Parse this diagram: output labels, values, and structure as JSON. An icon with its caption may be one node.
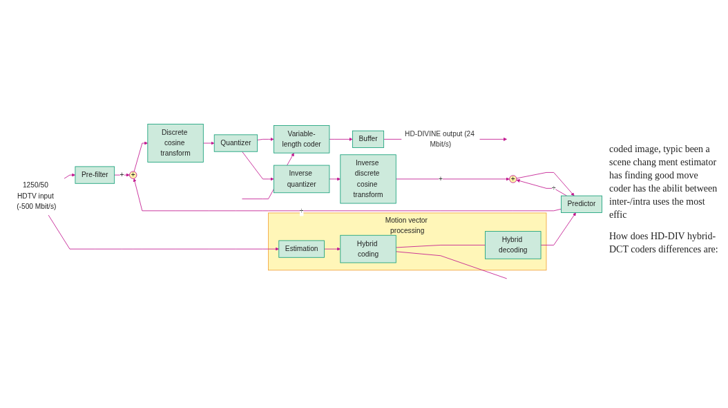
{
  "diagram": {
    "nodes": [
      {
        "text": [
          "1250/50 HDTV input (-500 Mbit/s)"
        ]
      },
      {
        "text": [
          "Pre-filter"
        ]
      },
      {
        "text": [
          "+"
        ]
      },
      {
        "text": [
          "Discrete cosine transform"
        ]
      },
      {
        "text": [
          "Quantizer"
        ]
      },
      {
        "text": [
          "Variable-length coder"
        ]
      },
      {
        "text": [
          "Buffer"
        ]
      },
      {
        "text": [
          "Inverse quantizer"
        ]
      },
      {
        "text": [
          "Inverse discrete cosine transform"
        ]
      },
      {
        "text": [
          "+"
        ]
      },
      {
        "text": [
          "Predictor"
        ]
      },
      {
        "text": [
          "Motion vector processing"
        ]
      },
      {
        "text": [
          "Estimation"
        ],
        "in": 11
      },
      {
        "text": [
          "Hybrid coding"
        ],
        "in": 11
      },
      {
        "text": [
          "Hybrid decoding"
        ],
        "in": 11
      }
    ],
    "edges": [
      {
        "from": 0,
        "to": 1,
        "arrow": "to"
      },
      {
        "from": 0,
        "to": 12,
        "arrow": "to"
      },
      {
        "from": 1,
        "to": 2,
        "arrow": "to",
        "label": "+"
      },
      {
        "from": 2,
        "to": 3,
        "arrow": "to"
      },
      {
        "from": 3,
        "to": 4,
        "arrow": "to"
      },
      {
        "from": 4,
        "to": 5,
        "arrow": "to"
      },
      {
        "from": 4,
        "to": 7,
        "arrow": "to"
      },
      {
        "from": 5,
        "to": 6,
        "arrow": "to"
      },
      {
        "from": 6,
        "to": null,
        "arrow": "to",
        "label": "HD-DIVINE output (24 Mbit/s)"
      },
      {
        "from": 7,
        "to": 8,
        "arrow": "to"
      },
      {
        "from": 8,
        "to": 9,
        "arrow": "to",
        "label": "+"
      },
      {
        "from": 9,
        "to": 10,
        "arrow": "to"
      },
      {
        "from": 10,
        "to": 2,
        "arrow": "to",
        "label": "÷"
      },
      {
        "from": 10,
        "to": 9,
        "arrow": "to",
        "label": "÷"
      },
      {
        "from": 12,
        "to": 13,
        "arrow": "to"
      },
      {
        "from": 13,
        "to": 14,
        "arrow": "none"
      },
      {
        "from": 13,
        "to": null,
        "arrow": "none"
      },
      {
        "from": 14,
        "to": 10,
        "arrow": "to"
      },
      {
        "from": null,
        "to": 5,
        "arrow": "to"
      }
    ],
    "labels": [
      "coded image, typic been a scene chang ment estimator has finding good move coder has the abilit between inter-/intra uses the most effic",
      "How does HD-DIV hybrid-DCT coders differences are:"
    ]
  }
}
